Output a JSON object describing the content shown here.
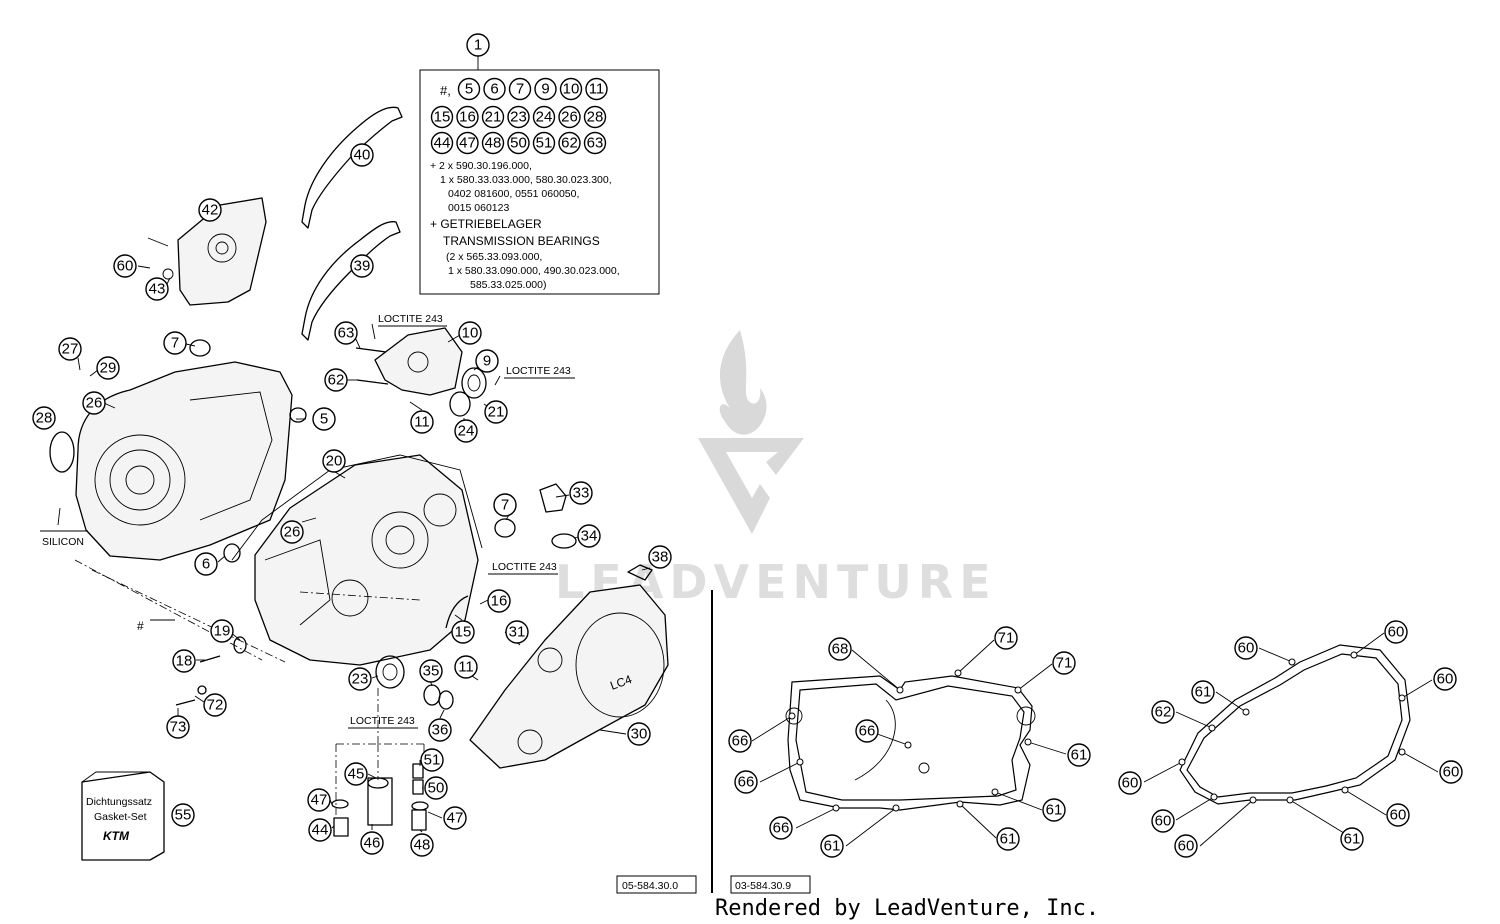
{
  "kit_box": {
    "hash_line": "#,",
    "row1": [
      "5",
      "6",
      "7",
      "9",
      "10",
      "11"
    ],
    "row2": [
      "15",
      "16",
      "21",
      "23",
      "24",
      "26",
      "28"
    ],
    "row3": [
      "44",
      "47",
      "48",
      "50",
      "51",
      "62",
      "63"
    ],
    "line1": "+ 2 x 590.30.196.000,",
    "line2": "1 x 580.33.033.000, 580.30.023.300,",
    "line3": "0402 081600, 0551 060050,",
    "line4": "0015 060123",
    "line5": "+ GETRIEBELAGER",
    "line6": "TRANSMISSION BEARINGS",
    "line7": "(2 x 565.33.093.000,",
    "line8": "1 x 580.33.090.000, 490.30.023.000,",
    "line9": "585.33.025.000)"
  },
  "labels": {
    "loctite_1": "LOCTITE 243",
    "loctite_2": "LOCTITE 243",
    "loctite_3": "LOCTITE 243",
    "loctite_4": "LOCTITE 243",
    "silicon": "SILICON",
    "hash_mark": "#",
    "gasket_set_line1": "Dichtungssatz",
    "gasket_set_line2": "Gasket-Set",
    "ktm_logo": "KTM",
    "ref_left": "05-584.30.0",
    "ref_right": "03-584.30.9",
    "footer": "Rendered by LeadVenture, Inc.",
    "watermark": "LEADVENTURE",
    "cover_logo": "LC4"
  },
  "callouts": {
    "c1": "1",
    "c40": "40",
    "c39": "39",
    "c42": "42",
    "c60a": "60",
    "c43": "43",
    "c63": "63",
    "c10": "10",
    "c9": "9",
    "c62": "62",
    "c11a": "11",
    "c21": "21",
    "c24": "24",
    "c27": "27",
    "c29": "29",
    "c7a": "7",
    "c26a": "26",
    "c28": "28",
    "c5": "5",
    "c20": "20",
    "c26b": "26",
    "c6": "6",
    "c7b": "7",
    "c33": "33",
    "c34": "34",
    "c38": "38",
    "c16": "16",
    "c15": "15",
    "c19": "19",
    "c18": "18",
    "c72": "72",
    "c73": "73",
    "c31": "31",
    "c23": "23",
    "c35": "35",
    "c11b": "11",
    "c36": "36",
    "c30": "30",
    "c51": "51",
    "c45": "45",
    "c50": "50",
    "c47a": "47",
    "c44": "44",
    "c46": "46",
    "c47b": "47",
    "c48": "48",
    "c55": "55",
    "g68": "68",
    "g71a": "71",
    "g71b": "71",
    "g66a": "66",
    "g66b": "66",
    "g66c": "66",
    "g66d": "66",
    "g61a": "61",
    "g61b": "61",
    "g61c": "61",
    "g61d": "61",
    "h60a": "60",
    "h60b": "60",
    "h60c": "60",
    "h60d": "60",
    "h60e": "60",
    "h60f": "60",
    "h60g": "60",
    "h60h": "60",
    "h61a": "61",
    "h61b": "61",
    "h62": "62"
  }
}
